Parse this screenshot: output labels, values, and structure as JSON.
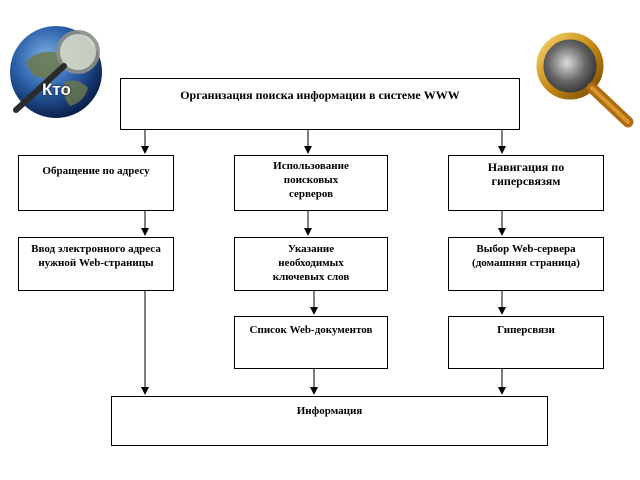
{
  "globe_icon": {
    "name": "globe-with-magnifier-icon",
    "label": "Кто"
  },
  "magnifier_icon": {
    "name": "magnifier-icon"
  },
  "title_box": "Организация поиска информации в системе WWW",
  "columns": [
    {
      "header": "Обращение по адресу",
      "steps": [
        "Ввод электронного адреса нужной Web-страницы"
      ]
    },
    {
      "header": "Использование поисковых серверов",
      "steps": [
        "Указание необходимых ключевых слов",
        "Список Web-документов"
      ]
    },
    {
      "header": "Навигация по гиперсвязям",
      "steps": [
        "Выбор Web-сервера (домашняя страница)",
        "Гиперсвязи"
      ]
    }
  ],
  "result_box": "Информация",
  "colors": {
    "line": "#000000",
    "background": "#ffffff"
  }
}
